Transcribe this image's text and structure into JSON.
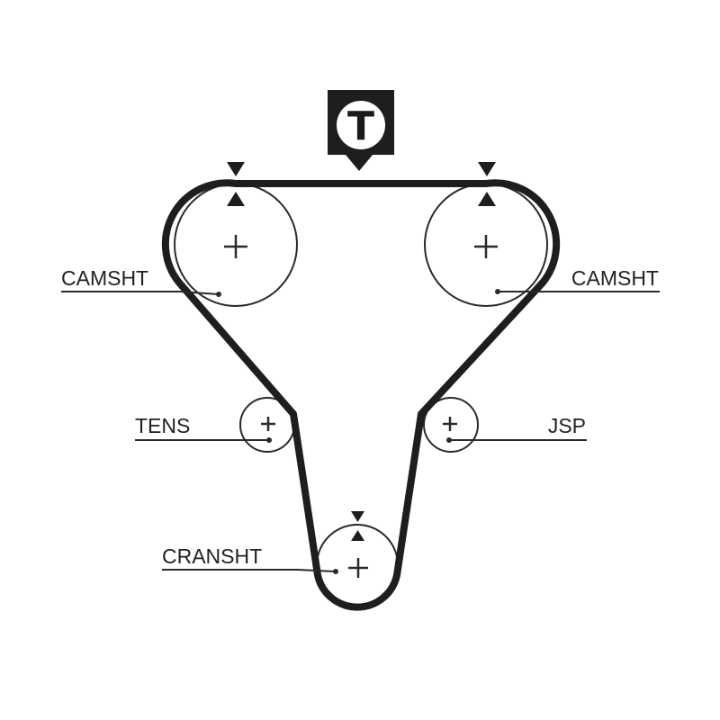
{
  "labels": {
    "camshaft_left": "CAMSHT",
    "camshaft_right": "CAMSHT",
    "tensioner": "TENS",
    "jsp": "JSP",
    "crankshaft": "CRANSHT"
  },
  "tension_marker": {
    "letter": "T"
  },
  "colors": {
    "belt": "#1e1e1e",
    "line": "#2a2a2a",
    "background": "#ffffff"
  }
}
